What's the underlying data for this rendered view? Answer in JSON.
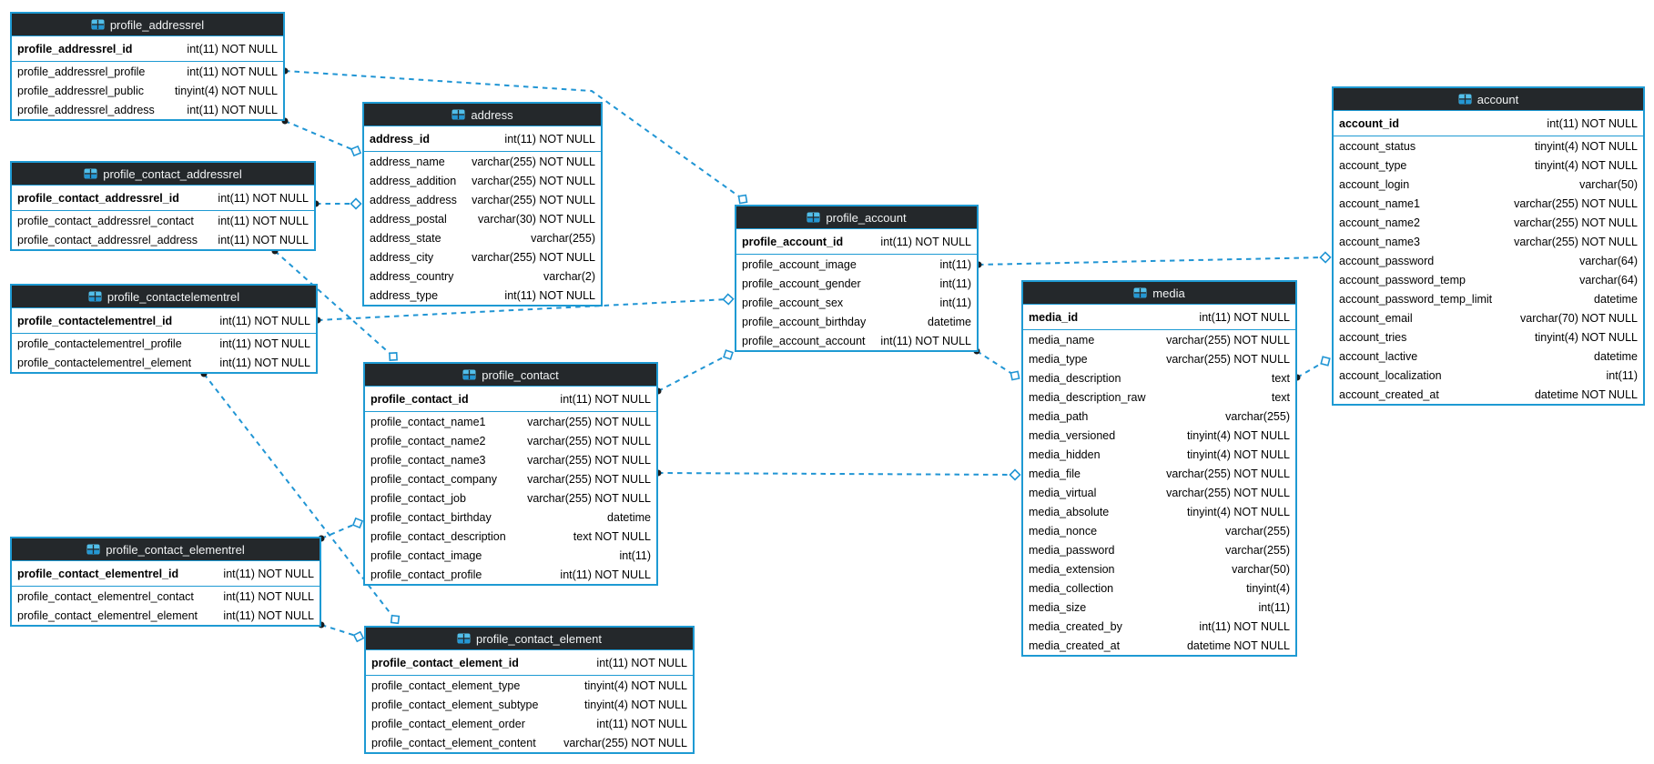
{
  "diagram": {
    "background": "#ffffff",
    "table_border_color": "#1e9ad3",
    "header_bg": "#24282b",
    "header_text_color": "#f2f4f5",
    "row_text_color": "#000000",
    "connector_color": "#2095d4",
    "connector_dot_color": "#1a1d1f",
    "connector_diamond_fill": "#ffffff",
    "table_icon": "table-grid-icon",
    "table_icon_top_color": "#52bfea",
    "table_icon_bottom_color": "#2497d3"
  },
  "tables": [
    {
      "name": "profile_addressrel",
      "pk": {
        "name": "profile_addressrel_id",
        "type": "int(11) NOT NULL"
      },
      "fields": [
        {
          "name": "profile_addressrel_profile",
          "type": "int(11) NOT NULL"
        },
        {
          "name": "profile_addressrel_public",
          "type": "tinyint(4) NOT NULL"
        },
        {
          "name": "profile_addressrel_address",
          "type": "int(11) NOT NULL"
        }
      ]
    },
    {
      "name": "profile_contact_addressrel",
      "pk": {
        "name": "profile_contact_addressrel_id",
        "type": "int(11) NOT NULL"
      },
      "fields": [
        {
          "name": "profile_contact_addressrel_contact",
          "type": "int(11) NOT NULL"
        },
        {
          "name": "profile_contact_addressrel_address",
          "type": "int(11) NOT NULL"
        }
      ]
    },
    {
      "name": "profile_contactelementrel",
      "pk": {
        "name": "profile_contactelementrel_id",
        "type": "int(11) NOT NULL"
      },
      "fields": [
        {
          "name": "profile_contactelementrel_profile",
          "type": "int(11) NOT NULL"
        },
        {
          "name": "profile_contactelementrel_element",
          "type": "int(11) NOT NULL"
        }
      ]
    },
    {
      "name": "profile_contact_elementrel",
      "pk": {
        "name": "profile_contact_elementrel_id",
        "type": "int(11) NOT NULL"
      },
      "fields": [
        {
          "name": "profile_contact_elementrel_contact",
          "type": "int(11) NOT NULL"
        },
        {
          "name": "profile_contact_elementrel_element",
          "type": "int(11) NOT NULL"
        }
      ]
    },
    {
      "name": "address",
      "pk": {
        "name": "address_id",
        "type": "int(11) NOT NULL"
      },
      "fields": [
        {
          "name": "address_name",
          "type": "varchar(255) NOT NULL"
        },
        {
          "name": "address_addition",
          "type": "varchar(255) NOT NULL"
        },
        {
          "name": "address_address",
          "type": "varchar(255) NOT NULL"
        },
        {
          "name": "address_postal",
          "type": "varchar(30) NOT NULL"
        },
        {
          "name": "address_state",
          "type": "varchar(255)"
        },
        {
          "name": "address_city",
          "type": "varchar(255) NOT NULL"
        },
        {
          "name": "address_country",
          "type": "varchar(2)"
        },
        {
          "name": "address_type",
          "type": "int(11) NOT NULL"
        }
      ]
    },
    {
      "name": "profile_contact",
      "pk": {
        "name": "profile_contact_id",
        "type": "int(11) NOT NULL"
      },
      "fields": [
        {
          "name": "profile_contact_name1",
          "type": "varchar(255) NOT NULL"
        },
        {
          "name": "profile_contact_name2",
          "type": "varchar(255) NOT NULL"
        },
        {
          "name": "profile_contact_name3",
          "type": "varchar(255) NOT NULL"
        },
        {
          "name": "profile_contact_company",
          "type": "varchar(255) NOT NULL"
        },
        {
          "name": "profile_contact_job",
          "type": "varchar(255) NOT NULL"
        },
        {
          "name": "profile_contact_birthday",
          "type": "datetime"
        },
        {
          "name": "profile_contact_description",
          "type": "text NOT NULL"
        },
        {
          "name": "profile_contact_image",
          "type": "int(11)"
        },
        {
          "name": "profile_contact_profile",
          "type": "int(11) NOT NULL"
        }
      ]
    },
    {
      "name": "profile_contact_element",
      "pk": {
        "name": "profile_contact_element_id",
        "type": "int(11) NOT NULL"
      },
      "fields": [
        {
          "name": "profile_contact_element_type",
          "type": "tinyint(4) NOT NULL"
        },
        {
          "name": "profile_contact_element_subtype",
          "type": "tinyint(4) NOT NULL"
        },
        {
          "name": "profile_contact_element_order",
          "type": "int(11) NOT NULL"
        },
        {
          "name": "profile_contact_element_content",
          "type": "varchar(255) NOT NULL"
        }
      ]
    },
    {
      "name": "profile_account",
      "pk": {
        "name": "profile_account_id",
        "type": "int(11) NOT NULL"
      },
      "fields": [
        {
          "name": "profile_account_image",
          "type": "int(11)"
        },
        {
          "name": "profile_account_gender",
          "type": "int(11)"
        },
        {
          "name": "profile_account_sex",
          "type": "int(11)"
        },
        {
          "name": "profile_account_birthday",
          "type": "datetime"
        },
        {
          "name": "profile_account_account",
          "type": "int(11) NOT NULL"
        }
      ]
    },
    {
      "name": "media",
      "pk": {
        "name": "media_id",
        "type": "int(11) NOT NULL"
      },
      "fields": [
        {
          "name": "media_name",
          "type": "varchar(255) NOT NULL"
        },
        {
          "name": "media_type",
          "type": "varchar(255) NOT NULL"
        },
        {
          "name": "media_description",
          "type": "text"
        },
        {
          "name": "media_description_raw",
          "type": "text"
        },
        {
          "name": "media_path",
          "type": "varchar(255)"
        },
        {
          "name": "media_versioned",
          "type": "tinyint(4) NOT NULL"
        },
        {
          "name": "media_hidden",
          "type": "tinyint(4) NOT NULL"
        },
        {
          "name": "media_file",
          "type": "varchar(255) NOT NULL"
        },
        {
          "name": "media_virtual",
          "type": "varchar(255) NOT NULL"
        },
        {
          "name": "media_absolute",
          "type": "tinyint(4) NOT NULL"
        },
        {
          "name": "media_nonce",
          "type": "varchar(255)"
        },
        {
          "name": "media_password",
          "type": "varchar(255)"
        },
        {
          "name": "media_extension",
          "type": "varchar(50)"
        },
        {
          "name": "media_collection",
          "type": "tinyint(4)"
        },
        {
          "name": "media_size",
          "type": "int(11)"
        },
        {
          "name": "media_created_by",
          "type": "int(11) NOT NULL"
        },
        {
          "name": "media_created_at",
          "type": "datetime NOT NULL"
        }
      ]
    },
    {
      "name": "account",
      "pk": {
        "name": "account_id",
        "type": "int(11) NOT NULL"
      },
      "fields": [
        {
          "name": "account_status",
          "type": "tinyint(4) NOT NULL"
        },
        {
          "name": "account_type",
          "type": "tinyint(4) NOT NULL"
        },
        {
          "name": "account_login",
          "type": "varchar(50)"
        },
        {
          "name": "account_name1",
          "type": "varchar(255) NOT NULL"
        },
        {
          "name": "account_name2",
          "type": "varchar(255) NOT NULL"
        },
        {
          "name": "account_name3",
          "type": "varchar(255) NOT NULL"
        },
        {
          "name": "account_password",
          "type": "varchar(64)"
        },
        {
          "name": "account_password_temp",
          "type": "varchar(64)"
        },
        {
          "name": "account_password_temp_limit",
          "type": "datetime"
        },
        {
          "name": "account_email",
          "type": "varchar(70) NOT NULL"
        },
        {
          "name": "account_tries",
          "type": "tinyint(4) NOT NULL"
        },
        {
          "name": "account_lactive",
          "type": "datetime"
        },
        {
          "name": "account_localization",
          "type": "int(11)"
        },
        {
          "name": "account_created_at",
          "type": "datetime NOT NULL"
        }
      ]
    }
  ],
  "relationships": [
    {
      "from": "profile_addressrel",
      "to": "profile_account"
    },
    {
      "from": "profile_addressrel",
      "to": "address"
    },
    {
      "from": "profile_contact_addressrel",
      "to": "address"
    },
    {
      "from": "profile_contact_addressrel",
      "to": "profile_contact"
    },
    {
      "from": "profile_contactelementrel",
      "to": "profile_account"
    },
    {
      "from": "profile_contactelementrel",
      "to": "profile_contact_element"
    },
    {
      "from": "profile_contact_elementrel",
      "to": "profile_contact"
    },
    {
      "from": "profile_contact_elementrel",
      "to": "profile_contact_element"
    },
    {
      "from": "profile_contact",
      "to": "profile_account"
    },
    {
      "from": "profile_contact",
      "to": "media"
    },
    {
      "from": "profile_account",
      "to": "account"
    },
    {
      "from": "profile_account",
      "to": "media"
    },
    {
      "from": "media",
      "to": "account"
    }
  ]
}
